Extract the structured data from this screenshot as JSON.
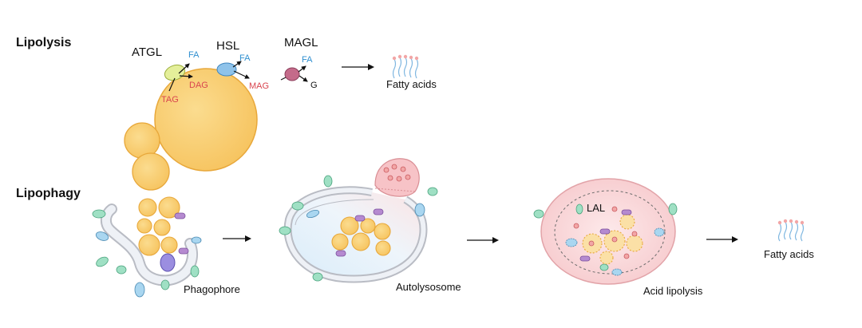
{
  "sections": {
    "lipolysis": "Lipolysis",
    "lipophagy": "Lipophagy"
  },
  "enzymes": {
    "atgl": "ATGL",
    "hsl": "HSL",
    "magl": "MAGL",
    "lal": "LAL"
  },
  "metabolites": {
    "fa": "FA",
    "tag": "TAG",
    "dag": "DAG",
    "mag": "MAG",
    "g": "G"
  },
  "products": {
    "fatty_acids_top": "Fatty acids",
    "fatty_acids_bottom": "Fatty acids"
  },
  "stages": {
    "phagophore": "Phagophore",
    "autolysosome": "Autolysosome",
    "acid_lipolysis": "Acid lipolysis"
  },
  "colors": {
    "lipid_droplet": "#f8cc70",
    "lipid_outline": "#e8a83b",
    "atgl": "#e4ef9a",
    "hsl": "#8fc3ea",
    "magl": "#c46b8a",
    "fa_text": "#2f8fd0",
    "glyceride_text": "#d9454f",
    "protein_green": "#9fe0c4",
    "protein_blue": "#a9d6f0",
    "protein_purple": "#b58ad0",
    "lysosome_pink": "#f4b9be"
  }
}
